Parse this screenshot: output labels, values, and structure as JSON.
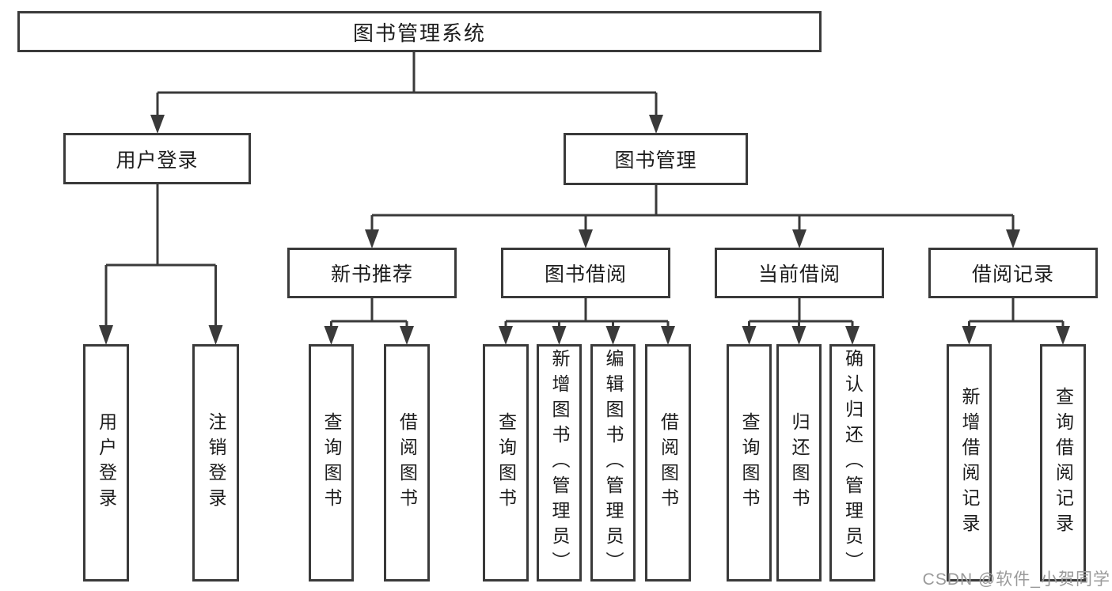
{
  "diagram": {
    "kind": "functional-structure-chart",
    "colors": {
      "line": "#3a3a3a",
      "box_border": "#3a3a3a",
      "text": "#1c1c1c",
      "background": "#ffffff",
      "watermark": "#9a9a9a"
    },
    "tree": {
      "root": {
        "label": "图书管理系统",
        "children": [
          {
            "label": "用户登录",
            "children": [
              {
                "label": "用户登录"
              },
              {
                "label": "注销登录"
              }
            ]
          },
          {
            "label": "图书管理",
            "children": [
              {
                "label": "新书推荐",
                "children": [
                  {
                    "label": "查询图书"
                  },
                  {
                    "label": "借阅图书"
                  }
                ]
              },
              {
                "label": "图书借阅",
                "children": [
                  {
                    "label": "查询图书"
                  },
                  {
                    "label": "新增图书（管理员）"
                  },
                  {
                    "label": "编辑图书（管理员）"
                  },
                  {
                    "label": "借阅图书"
                  }
                ]
              },
              {
                "label": "当前借阅",
                "children": [
                  {
                    "label": "查询图书"
                  },
                  {
                    "label": "归还图书"
                  },
                  {
                    "label": "确认归还（管理员）"
                  }
                ]
              },
              {
                "label": "借阅记录",
                "children": [
                  {
                    "label": "新增借阅记录"
                  },
                  {
                    "label": "查询借阅记录"
                  }
                ]
              }
            ]
          }
        ]
      }
    },
    "watermark": {
      "text": "CSDN @软件_小贺同学"
    }
  }
}
